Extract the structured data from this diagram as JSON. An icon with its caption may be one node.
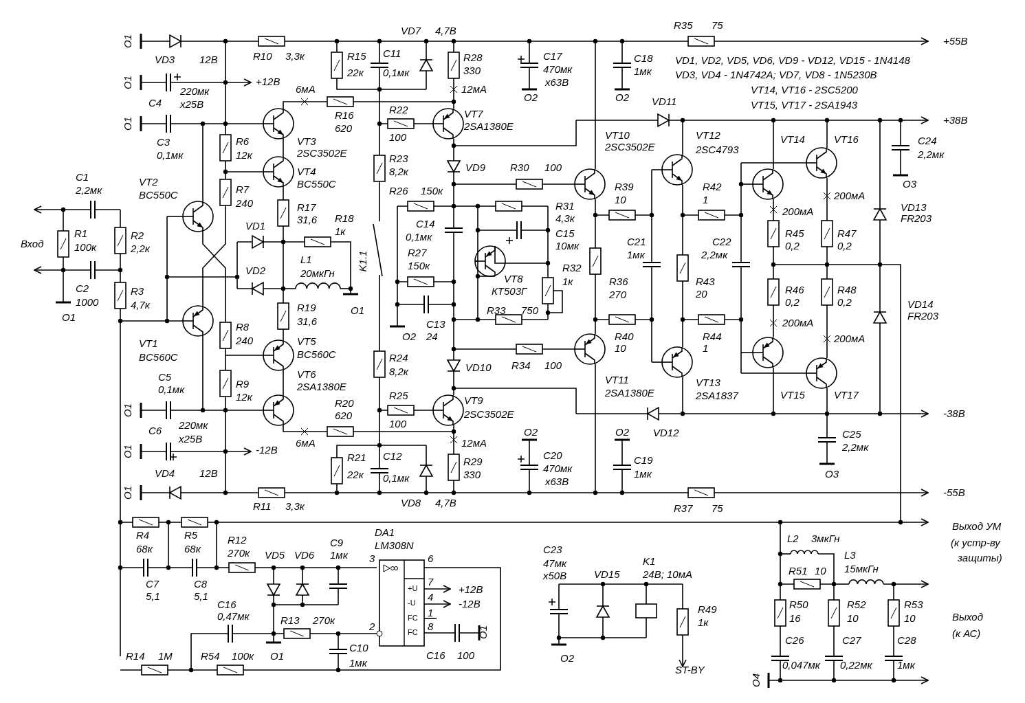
{
  "diagram": {
    "labels": [
      "O1",
      "VD3",
      "12В",
      "R10",
      "3,3к",
      "VD7",
      "4,7В",
      "R35",
      "75",
      "+55В",
      "R15",
      "C11",
      "R28",
      "C17",
      "C18",
      "VD1, VD2, VD5, VD6, VD9 - VD12, VD15 - 1N4148",
      "22к",
      "0,1мк",
      "330",
      "470мк",
      "1мк",
      "VD3, VD4 - 1N4742A;   VD7, VD8 - 1N5230B",
      "O1",
      "+12В",
      "220мк",
      "12мА",
      "х63В",
      "VT14, VT16 - 2SC5200",
      "O2",
      "O2",
      "C4",
      "х25В",
      "6мА",
      "VD11",
      "VT15, VT17 - 2SA1943",
      "VT7",
      "R16",
      "R22",
      "O1",
      "+38В",
      "2SA1380E",
      "620",
      "100",
      "VT10",
      "VT12",
      "VT14",
      "VT16",
      "C24",
      "C3",
      "R6",
      "VT3",
      "2SC3502E",
      "2SC4793",
      "2SC3502E",
      "0,1мк",
      "12к",
      "2,2мк",
      "R23",
      "VD9",
      "R30",
      "100",
      "VT4",
      "8,2к",
      "C1",
      "VT2",
      "BC550C",
      "O3",
      "2,2мк",
      "R7",
      "R26",
      "150к",
      "BC550C",
      "R39",
      "R42",
      "200мА",
      "10",
      "1",
      "240",
      "R31",
      "R17",
      "VD13",
      "200мА",
      "4,3к",
      "FR203",
      "R18",
      "31,6",
      "C14",
      "VD1",
      "1к",
      "C15",
      "R1",
      "R2",
      "R45",
      "R47",
      "0,1мк",
      "C21",
      "C22",
      "Вход",
      "10мк",
      "0,2",
      "0,2",
      "100к",
      "2,2к",
      "R27",
      "1мк",
      "2,2мк",
      "L1",
      "K1.1",
      "150к",
      "R32",
      "VD2",
      "20мкГн",
      "1к",
      "R36",
      "R43",
      "VT8",
      "20",
      "КТ503Г",
      "C2",
      "R3",
      "R46",
      "R48",
      "270",
      "1000",
      "4,7к",
      "0,2",
      "0,2",
      "VD14",
      "R19",
      "O1",
      "R33",
      "750",
      "FR203",
      "O1",
      "31,6",
      "200мА",
      "C13",
      "R8",
      "R40",
      "R44",
      "O2",
      "24",
      "200мА",
      "240",
      "VT5",
      "VT1",
      "10",
      "1",
      "BC560C",
      "BC560C",
      "R24",
      "R34",
      "100",
      "VD10",
      "8,2к",
      "VT6",
      "C5",
      "VT11",
      "VT13",
      "R9",
      "2SA1380E",
      "0,1мк",
      "2SA1380E",
      "2SA1837",
      "VT15",
      "VT17",
      "R25",
      "12к",
      "VT9",
      "R20",
      "O1",
      "-38В",
      "2SC3502E",
      "620",
      "100",
      "220мк",
      "C6",
      "O2",
      "O2",
      "VD12",
      "C25",
      "х25В",
      "6мА",
      "12мА",
      "2,2мк",
      "-12В",
      "O1",
      "C20",
      "C12",
      "R21",
      "C19",
      "R29",
      "470мк",
      "VD4",
      "12В",
      "O3",
      "22к",
      "1мк",
      "330",
      "0,1мк",
      "х63В",
      "O1",
      "-55В",
      "VD8",
      "4,7В",
      "R11",
      "3,3к",
      "R37",
      "75",
      "Выход УМ",
      "DA1",
      "R4",
      "R5",
      "L2",
      "3мкГн",
      "R12",
      "(к устр-ву",
      "C9",
      "LM308N",
      "68к",
      "68к",
      "C23",
      "270к",
      "VD5",
      "VD6",
      "1мк",
      "L3",
      "3",
      "6",
      "защиты)",
      "K1",
      "47мк",
      "15мкГн",
      "R51",
      "10",
      "24В; 10мА",
      "VD15",
      "х50В",
      "7",
      "C7",
      "C8",
      "+U",
      "+12В",
      "5,1",
      "5,1",
      "4",
      "-U",
      "-12В",
      "C16",
      "R50",
      "R52",
      "R53",
      "1",
      "0,47мк",
      "Выход",
      "FC",
      "16",
      "10",
      "10",
      "R13",
      "270к",
      "R49",
      "1к",
      "2",
      "8",
      "FC",
      "(к АС)",
      "O1",
      "C26",
      "C27",
      "C28",
      "C10",
      "R14",
      "1M",
      "R54",
      "100к",
      "O1",
      "C16",
      "100",
      "O2",
      "1мк",
      "0,047мк",
      "0,22мк",
      "1мк",
      "O4",
      "ST-BY"
    ]
  }
}
